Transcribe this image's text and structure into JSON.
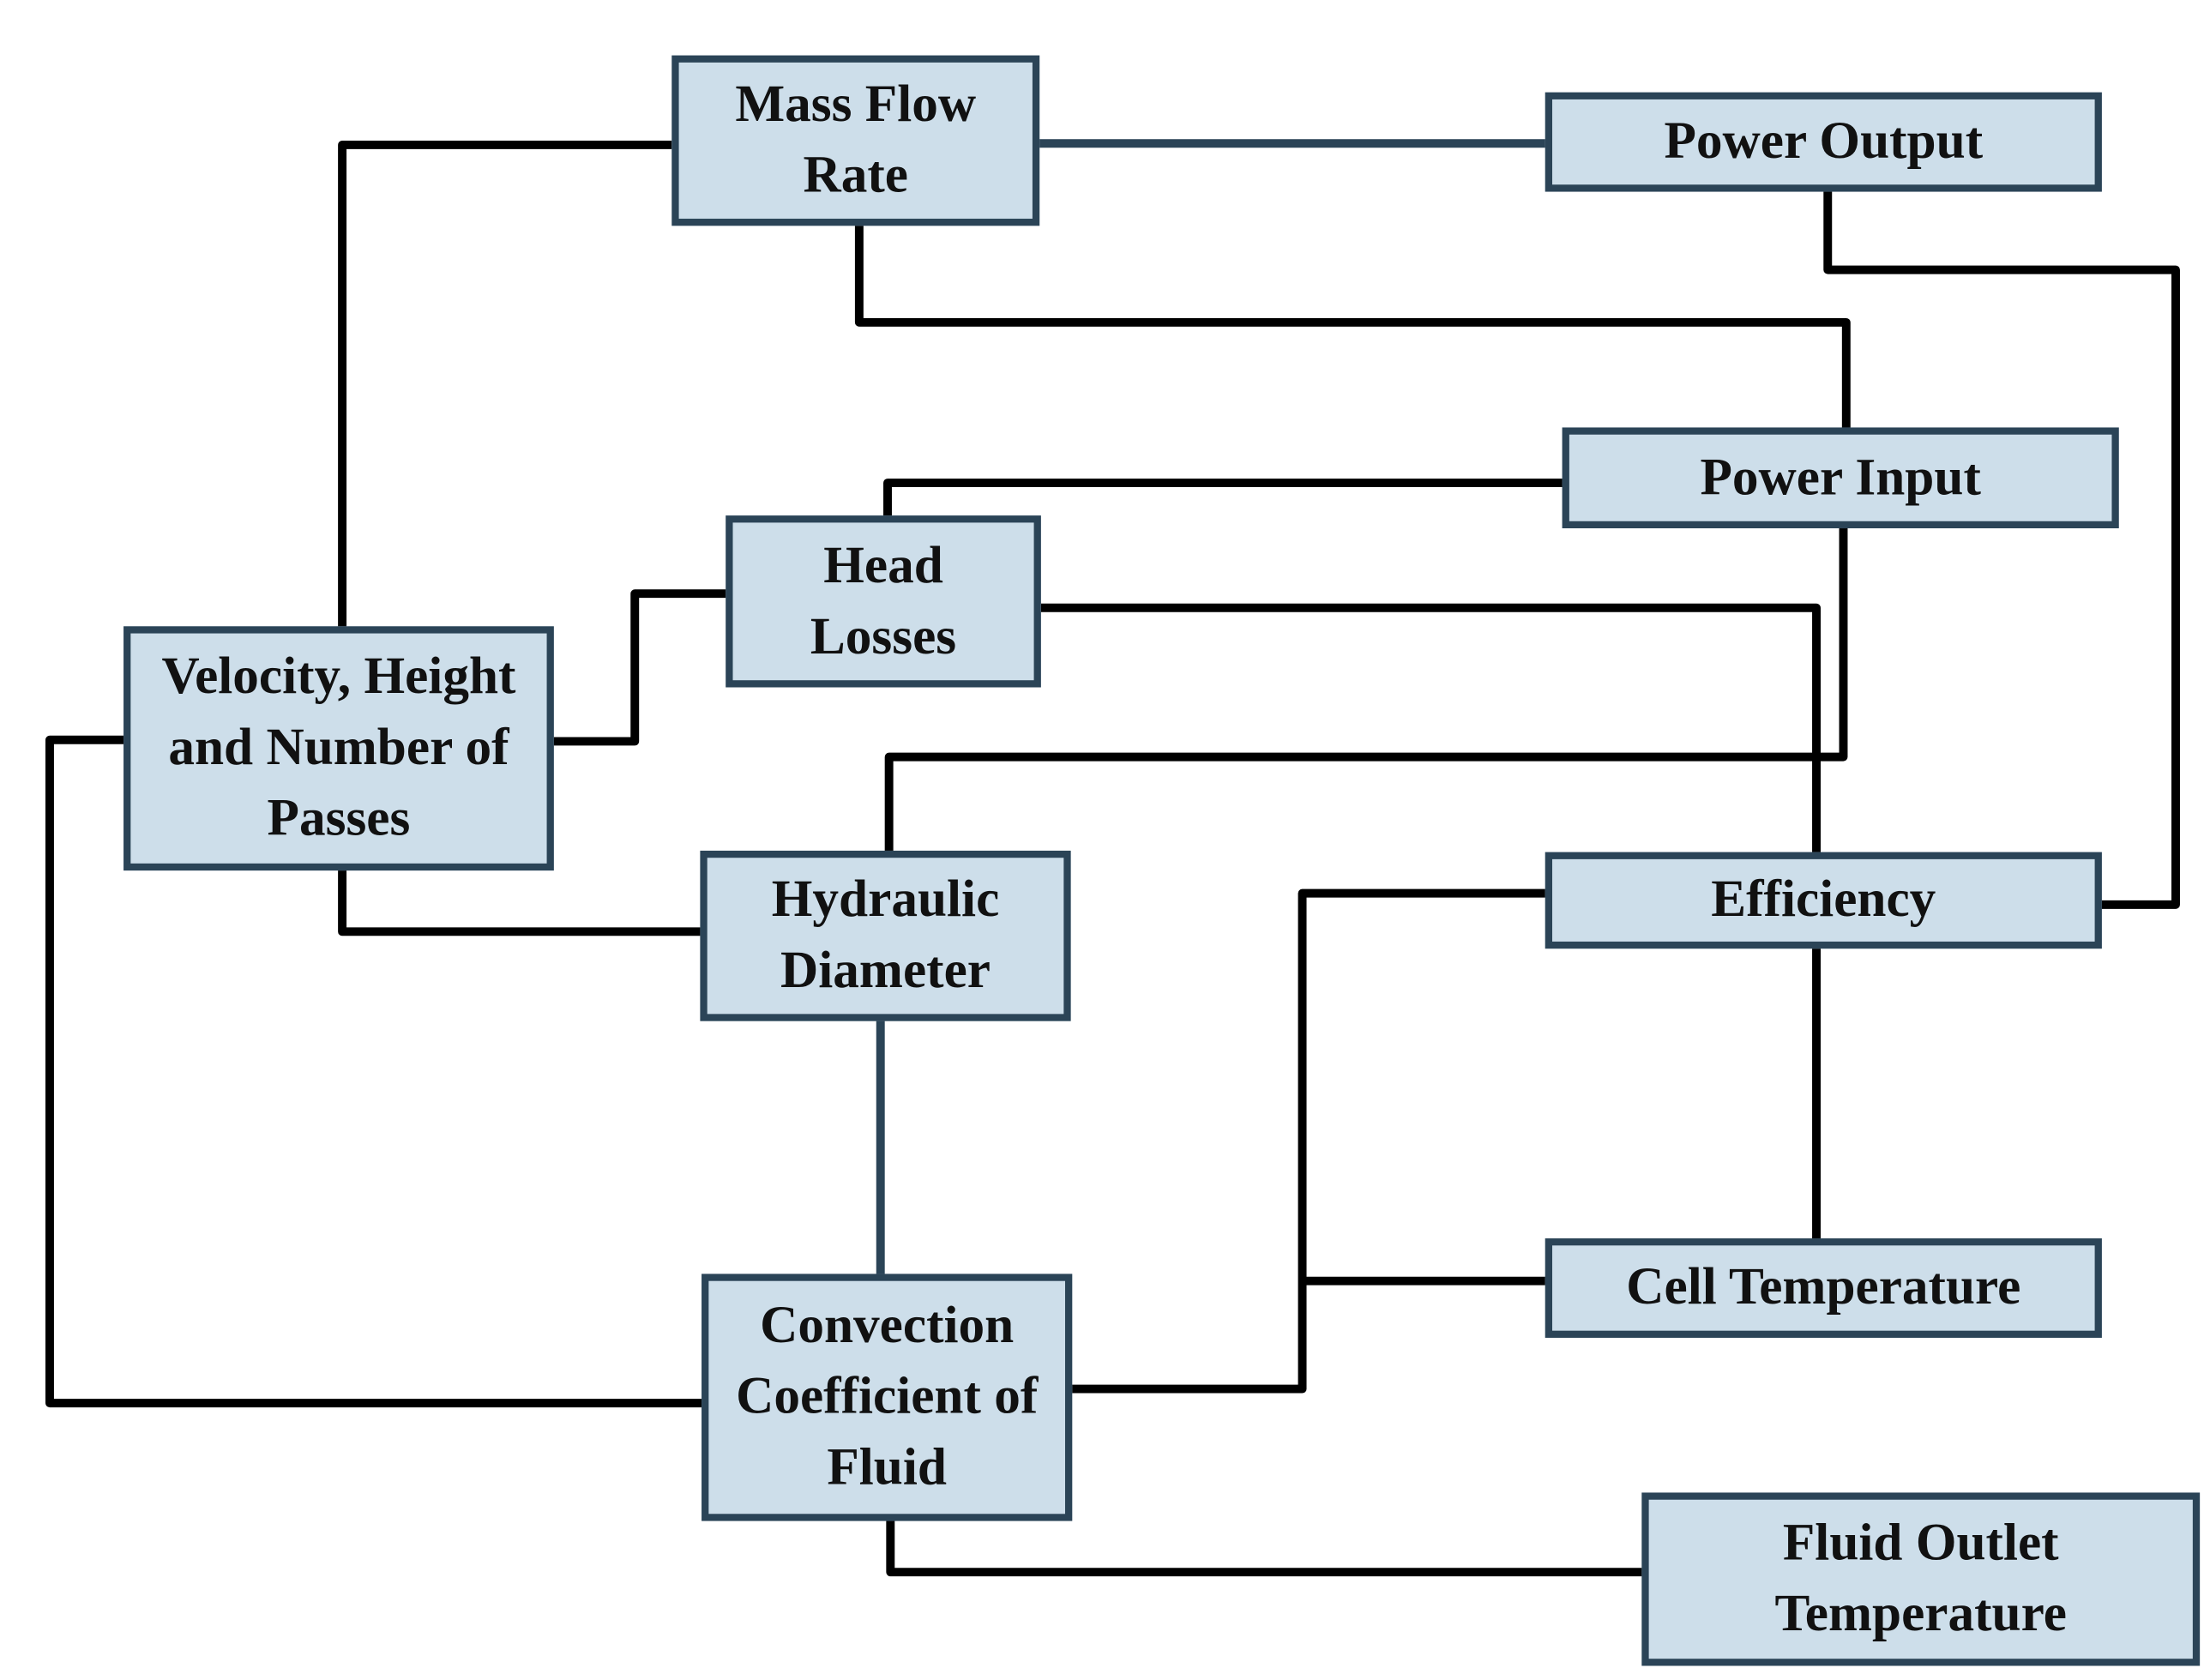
{
  "nodes": {
    "mass_flow_rate": "Mass Flow\nRate",
    "power_output": "Power Output",
    "power_input": "Power Input",
    "head_losses": "Head\nLosses",
    "velocity_height_passes": "Velocity, Height\nand Number of\nPasses",
    "hydraulic_diameter": "Hydraulic\nDiameter",
    "efficiency": "Efficiency",
    "cell_temperature": "Cell Temperature",
    "convection_coefficient": "Convection\nCoefficient of\nFluid",
    "fluid_outlet_temperature": "Fluid Outlet\nTemperature"
  },
  "colors": {
    "box_fill": "#cddeea",
    "box_border": "#2b4457",
    "connector": "#000000",
    "connector_blue": "#2b4457"
  }
}
